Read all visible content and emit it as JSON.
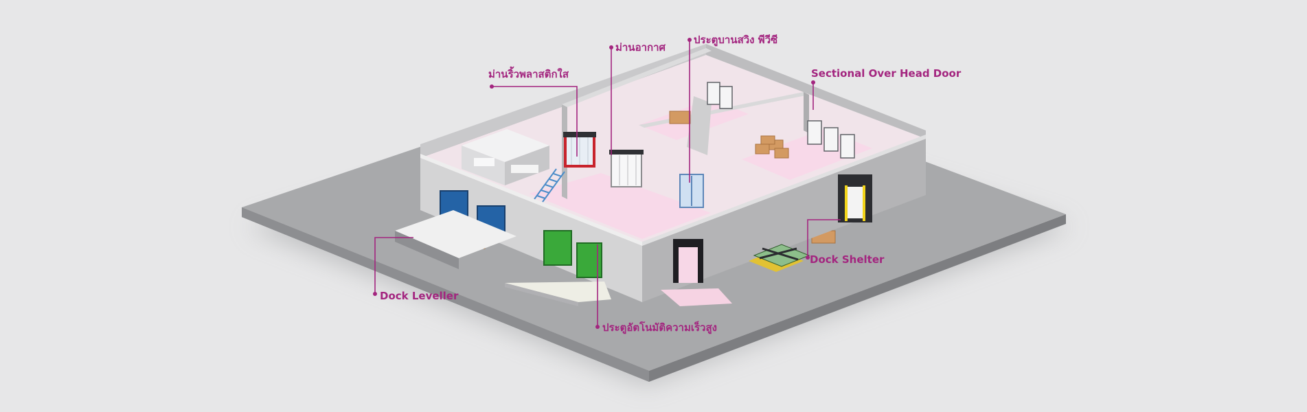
{
  "colors": {
    "accent": "#a3257f",
    "floor_pink": "#f8d9e9",
    "wall_light": "#d6d6d7",
    "wall_dark": "#9a9b9d",
    "ground_top": "#a8a9ab",
    "ground_side": "#7d7e81",
    "door_blue": "#2463a6",
    "door_green": "#3aa93a",
    "box": "#d39a62"
  },
  "labels": {
    "plastic_curtain": "ม่านริ้วพลาสติกใส",
    "air_curtain": "ม่านอากาศ",
    "pvc_swing_door": "ประตูบานสวิง พีวีซี",
    "sectional_door": "Sectional Over Head Door",
    "dock_shelter": "Dock Shelter",
    "dock_leveller": "Dock Leveller",
    "high_speed_door": "ประตูอัตโนมัติความเร็วสูง"
  }
}
